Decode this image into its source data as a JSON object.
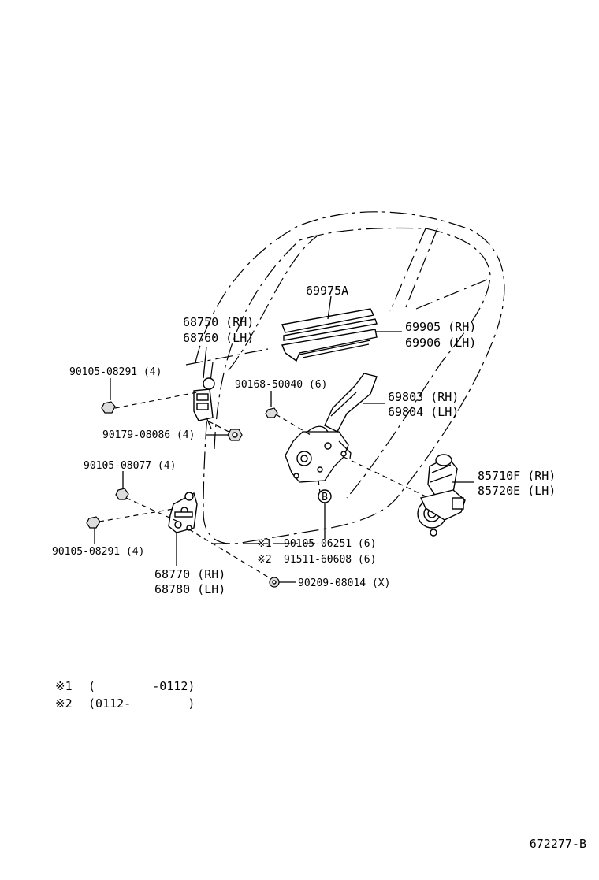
{
  "parts": {
    "weatherstrip_a": "69975A",
    "channel_rh": "69905 (RH)",
    "channel_lh": "69906 (LH)",
    "hinge_upper_rh": "68750 (RH)",
    "hinge_upper_lh": "68760 (LH)",
    "bolt_upper": "90105-08291 (4)",
    "nut_upper": "90179-08086 (4)",
    "regulator_bolt": "90168-50040 (6)",
    "regulator_rh": "69803 (RH)",
    "regulator_lh": "69804 (LH)",
    "motor_rh": "85710F (RH)",
    "motor_lh": "85720E (LH)",
    "bolt_lower_a": "90105-08077 (4)",
    "bolt_lower_b": "90105-08291 (4)",
    "hinge_lower_rh": "68770 (RH)",
    "hinge_lower_lh": "68780 (LH)",
    "bolt_ref1_mark": "※1",
    "bolt_ref1": "90105-06251 (6)",
    "bolt_ref2_mark": "※2",
    "bolt_ref2": "91511-60608 (6)",
    "washer": "90209-08014 (X)",
    "ref_b": "B"
  },
  "notes": [
    {
      "mark": "※1",
      "range": "(        -0112)"
    },
    {
      "mark": "※2",
      "range": "(0112-        )"
    }
  ],
  "diagram_id": "672277-B"
}
